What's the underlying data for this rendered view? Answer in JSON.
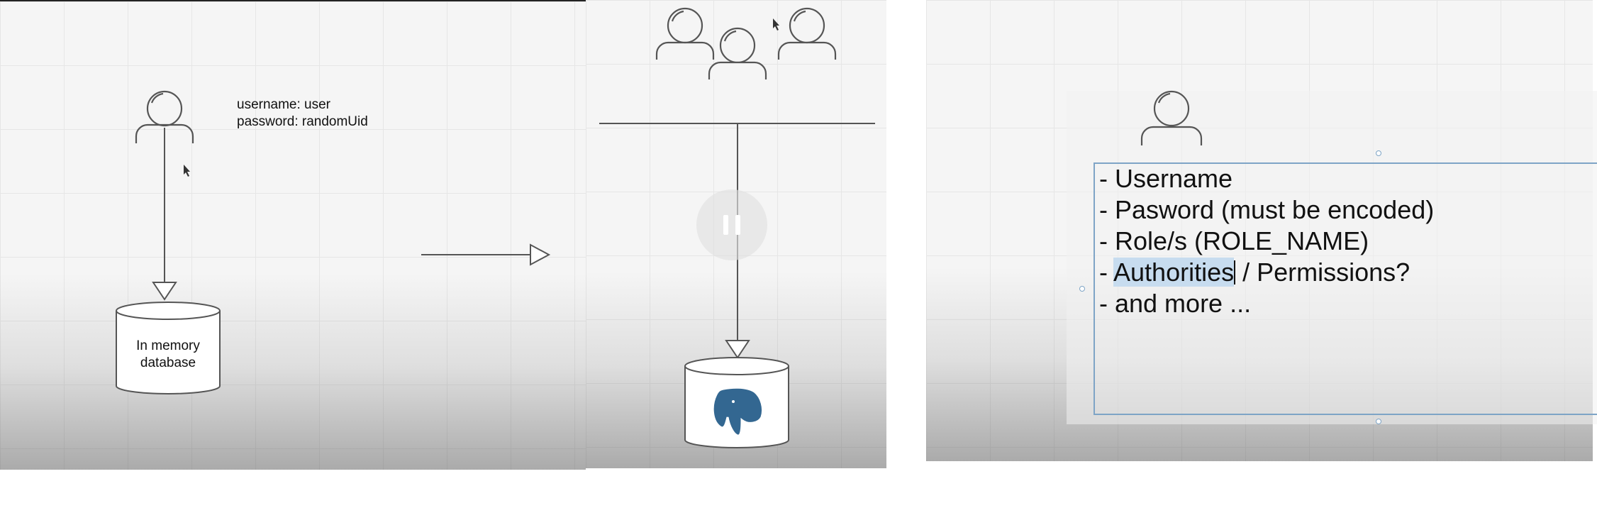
{
  "panel1": {
    "credentials": {
      "username_line": "username: user",
      "password_line": "password: randomUid"
    },
    "database": {
      "line1": "In memory",
      "line2": "database"
    }
  },
  "panel2": {
    "database_icon": "postgresql-elephant-icon",
    "overlay_icon": "pause-icon"
  },
  "panel3": {
    "items": [
      "- Username",
      "- Pasword (must be encoded)",
      "- Role/s (ROLE_NAME)",
      "- and more ..."
    ],
    "authorities_prefix": "- ",
    "authorities_highlight": "Authorities",
    "authorities_rest": " / Permissions?"
  },
  "colors": {
    "stroke": "#555555",
    "selection": "#7ea4c6",
    "highlight": "#c7dcef",
    "postgres_blue": "#336791"
  }
}
